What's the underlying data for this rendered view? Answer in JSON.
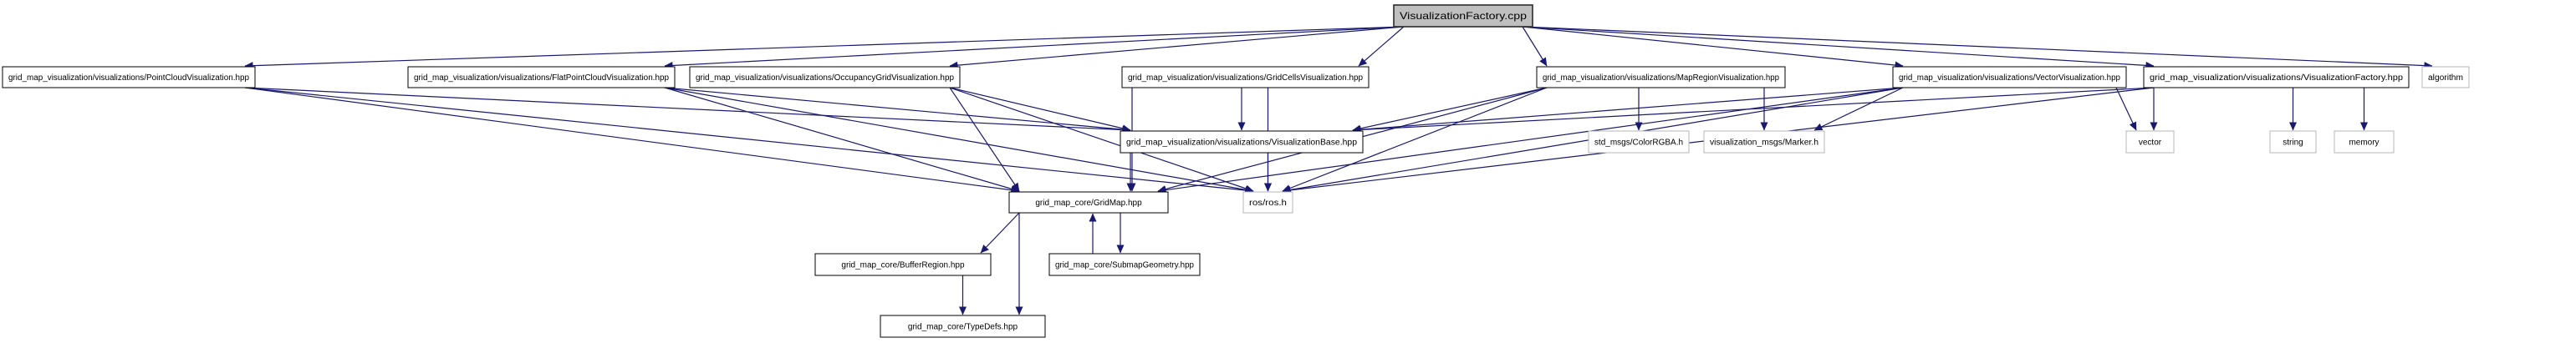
{
  "diagram": {
    "kind": "doxygen-include-dependency-graph",
    "background_color": "#ffffff",
    "edge_color": "#191970",
    "title_node_fill": "#bfbfbf",
    "internal_node_border": "#000000",
    "external_node_border": "#b7b7b7",
    "nodes": [
      {
        "id": "title",
        "label": "VisualizationFactory.cpp",
        "kind": "source"
      },
      {
        "id": "pointcloud",
        "label": "grid_map_visualization/visualizations/PointCloudVisualization.hpp",
        "kind": "internal"
      },
      {
        "id": "flatpointcloud",
        "label": "grid_map_visualization/visualizations/FlatPointCloudVisualization.hpp",
        "kind": "internal"
      },
      {
        "id": "occupancygrid",
        "label": "grid_map_visualization/visualizations/OccupancyGridVisualization.hpp",
        "kind": "internal"
      },
      {
        "id": "gridcells",
        "label": "grid_map_visualization/visualizations/GridCellsVisualization.hpp",
        "kind": "internal"
      },
      {
        "id": "mapregion",
        "label": "grid_map_visualization/visualizations/MapRegionVisualization.hpp",
        "kind": "internal"
      },
      {
        "id": "vectorviz",
        "label": "grid_map_visualization/visualizations/VectorVisualization.hpp",
        "kind": "internal"
      },
      {
        "id": "factoryhpp",
        "label": "grid_map_visualization/visualizations/VisualizationFactory.hpp",
        "kind": "internal"
      },
      {
        "id": "algorithm",
        "label": "algorithm",
        "kind": "external"
      },
      {
        "id": "vizbase",
        "label": "grid_map_visualization/visualizations/VisualizationBase.hpp",
        "kind": "internal"
      },
      {
        "id": "colorrgba",
        "label": "std_msgs/ColorRGBA.h",
        "kind": "external"
      },
      {
        "id": "marker",
        "label": "visualization_msgs/Marker.h",
        "kind": "external"
      },
      {
        "id": "vectorstd",
        "label": "vector",
        "kind": "external"
      },
      {
        "id": "stringstd",
        "label": "string",
        "kind": "external"
      },
      {
        "id": "memorystd",
        "label": "memory",
        "kind": "external"
      },
      {
        "id": "gridmap",
        "label": "grid_map_core/GridMap.hpp",
        "kind": "internal"
      },
      {
        "id": "rosros",
        "label": "ros/ros.h",
        "kind": "external"
      },
      {
        "id": "bufferregion",
        "label": "grid_map_core/BufferRegion.hpp",
        "kind": "internal"
      },
      {
        "id": "submapgeometry",
        "label": "grid_map_core/SubmapGeometry.hpp",
        "kind": "internal"
      },
      {
        "id": "typedefs",
        "label": "grid_map_core/TypeDefs.hpp",
        "kind": "internal"
      }
    ],
    "edges": [
      [
        "title",
        "pointcloud"
      ],
      [
        "title",
        "flatpointcloud"
      ],
      [
        "title",
        "occupancygrid"
      ],
      [
        "title",
        "gridcells"
      ],
      [
        "title",
        "mapregion"
      ],
      [
        "title",
        "vectorviz"
      ],
      [
        "title",
        "factoryhpp"
      ],
      [
        "title",
        "algorithm"
      ],
      [
        "pointcloud",
        "vizbase"
      ],
      [
        "pointcloud",
        "gridmap"
      ],
      [
        "pointcloud",
        "rosros"
      ],
      [
        "flatpointcloud",
        "vizbase"
      ],
      [
        "flatpointcloud",
        "gridmap"
      ],
      [
        "flatpointcloud",
        "rosros"
      ],
      [
        "occupancygrid",
        "vizbase"
      ],
      [
        "occupancygrid",
        "gridmap"
      ],
      [
        "occupancygrid",
        "rosros"
      ],
      [
        "gridcells",
        "vizbase"
      ],
      [
        "gridcells",
        "gridmap"
      ],
      [
        "gridcells",
        "rosros"
      ],
      [
        "mapregion",
        "vizbase"
      ],
      [
        "mapregion",
        "gridmap"
      ],
      [
        "mapregion",
        "rosros"
      ],
      [
        "mapregion",
        "colorrgba"
      ],
      [
        "mapregion",
        "marker"
      ],
      [
        "vectorviz",
        "vizbase"
      ],
      [
        "vectorviz",
        "gridmap"
      ],
      [
        "vectorviz",
        "rosros"
      ],
      [
        "vectorviz",
        "marker"
      ],
      [
        "vectorviz",
        "vectorstd"
      ],
      [
        "factoryhpp",
        "vizbase"
      ],
      [
        "factoryhpp",
        "rosros"
      ],
      [
        "factoryhpp",
        "vectorstd"
      ],
      [
        "factoryhpp",
        "stringstd"
      ],
      [
        "factoryhpp",
        "memorystd"
      ],
      [
        "vizbase",
        "gridmap"
      ],
      [
        "vizbase",
        "rosros"
      ],
      [
        "gridmap",
        "bufferregion"
      ],
      [
        "gridmap",
        "submapgeometry",
        -5
      ],
      [
        "gridmap",
        "typedefs"
      ],
      [
        "submapgeometry",
        "gridmap",
        5
      ],
      [
        "bufferregion",
        "typedefs"
      ]
    ]
  }
}
